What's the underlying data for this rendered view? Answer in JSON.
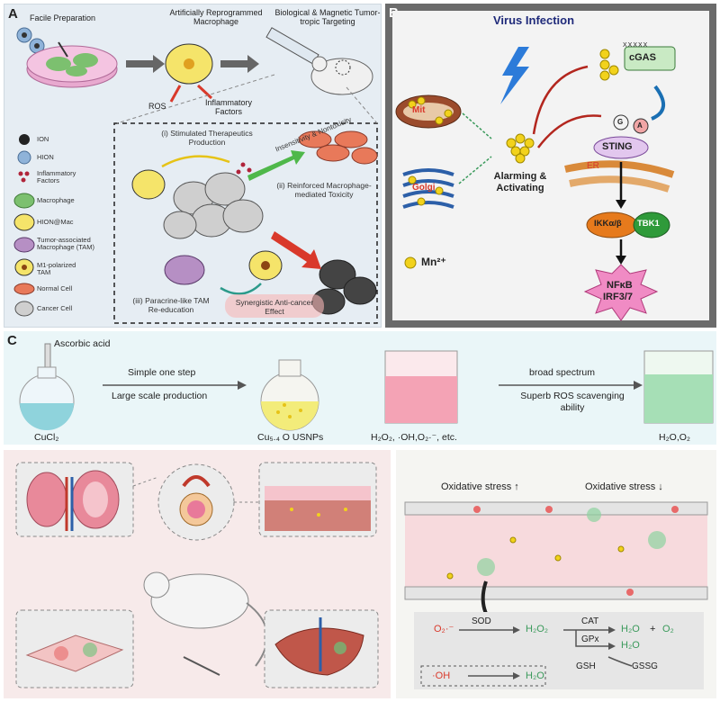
{
  "panelA": {
    "label": "A",
    "steps": [
      "Facile Preparation",
      "Artificially Reprogrammed Macrophage",
      "Biological & Magnetic Tumor-tropic Targeting"
    ],
    "outputs": [
      "ROS",
      "Inflammatory Factors"
    ],
    "legend": [
      "ION",
      "HION",
      "Inflammatory Factors",
      "Macrophage",
      "HION@Mac",
      "Tumor-associated Macrophage (TAM)",
      "M1-polarized TAM",
      "Normal Cell",
      "Cancer Cell"
    ],
    "notes": [
      "(i) Stimulated Therapeutics Production",
      "(ii) Reinforced Macrophage-mediated Toxicity",
      "(iii) Paracrine-like TAM Re-education",
      "Insensitivity & Nontoxicity",
      "Synergistic Anti-cancer Effect"
    ]
  },
  "panelB": {
    "label": "B",
    "title": "Virus Infection",
    "organelles": [
      "Mit",
      "Golgi",
      "ER"
    ],
    "proteins": [
      "cGAS",
      "STING",
      "IKKα/β",
      "TBK1"
    ],
    "small_labels": [
      "G",
      "A"
    ],
    "center": "Alarming & Activating",
    "output": [
      "NFκB",
      "IRF3/7"
    ],
    "ion": "Mn²⁺",
    "dna_marks": "XXXXX"
  },
  "panelC": {
    "label": "C",
    "reagent": "Ascorbic acid",
    "precursor": "CuCl₂",
    "arrow1": [
      "Simple one step",
      "Large scale production"
    ],
    "product": "Cu₅.₄ O USNPs",
    "ros": "H₂O₂, ·OH,O₂·⁻, etc.",
    "arrow2": [
      "broad spectrum",
      "Superb ROS scavenging ability"
    ],
    "result": "H₂O,O₂"
  },
  "panelE": {
    "stress_up": "Oxidative stress ↑",
    "stress_down": "Oxidative stress ↓",
    "superoxide": "O₂·⁻",
    "sod": "SOD",
    "h2o2": "H₂O₂",
    "cat": "CAT",
    "gpx": "GPx",
    "h2o": "H₂O",
    "plus": "+",
    "o2": "O₂",
    "h2o_b": "H₂O",
    "gsh": "GSH",
    "gssg": "GSSG",
    "oh": "·OH",
    "h2o_c": "H₂O"
  },
  "colors": {
    "red": "#d9392b",
    "green": "#3a9a5b",
    "navy": "#1f2a7a",
    "gold": "#f2d21c"
  }
}
